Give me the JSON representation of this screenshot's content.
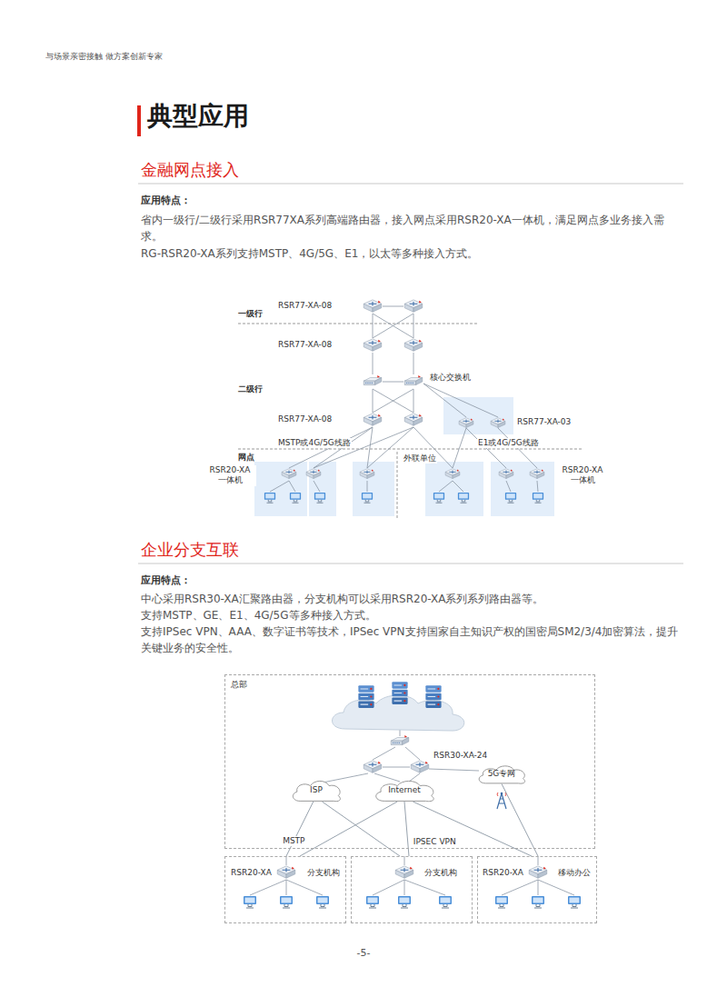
{
  "diagram": {
    "title": "典型应用",
    "nodes": [
      {
        "text": [
          "总部"
        ]
      },
      {
        "text": [
          "ISP"
        ],
        "in": 0
      },
      {
        "text": [
          "Internet"
        ],
        "in": 0
      },
      {
        "text": [
          "5G专网"
        ],
        "in": 0
      },
      {
        "text": [
          "RSR20-XA",
          "分支机构"
        ]
      },
      {
        "text": [
          "分支机构"
        ]
      },
      {
        "text": [
          "RSR20-XA",
          "移动办公"
        ]
      }
    ],
    "edges": [
      {
        "from": 1,
        "to": 4,
        "arrow": "none",
        "label": "MSTP"
      },
      {
        "from": 1,
        "to": 5,
        "arrow": "none"
      },
      {
        "from": 2,
        "to": 4,
        "arrow": "none"
      },
      {
        "from": 2,
        "to": 5,
        "arrow": "none",
        "label": "IPSEC VPN"
      },
      {
        "from": 2,
        "to": 6,
        "arrow": "none"
      },
      {
        "from": 3,
        "to": 6,
        "arrow": "none"
      }
    ],
    "labels": [
      "与场景亲密接触 做方案创新专家",
      "金融网点接入",
      "应用特点：",
      "省内一级行/二级行采用RSR77XA系列高端路由器，接入网点采用RSR20-XA一体机，满足网点多业务接入需求。",
      "RG-RSR20-XA系列支持MSTP、4G/5G、E1，以太等多种接入方式。",
      "一级行",
      "RSR77-XA-08",
      "RSR77-XA-08",
      "二级行",
      "核心交换机",
      "RSR77-XA-08",
      "RSR77-XA-03",
      "网点",
      "MSTP或4G/5G线路",
      "外联单位",
      "E1或4G/5G线路",
      "RSR20-XA 一体机",
      "RSR20-XA 一体机",
      "企业分支互联",
      "应用特点：",
      "中心采用RSR30-XA汇聚路由器，分支机构可以采用RSR20-XA系列系列路由器等。",
      "支持MSTP、GE、E1、4G/5G等多种接入方式。",
      "支持IPSec VPN、AAA、数字证书等技术，IPSec VPN支持国家自主知识产权的国密局SM2/3/4加密算法，提升关键业务的安全性。",
      "RSR30-XA-24",
      "-5-"
    ]
  }
}
